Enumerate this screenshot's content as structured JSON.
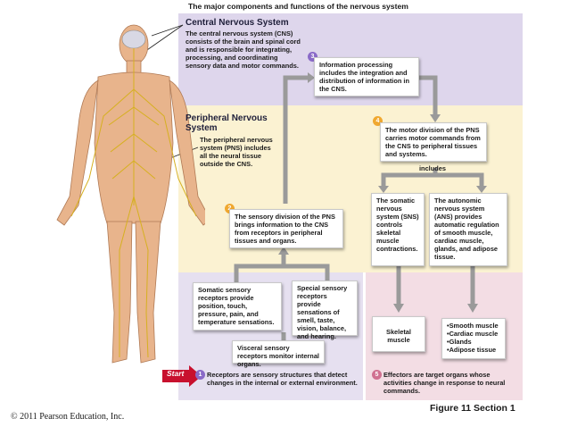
{
  "title": "The major components and functions of the nervous system",
  "cns": {
    "heading": "Central Nervous System",
    "text": "The central nervous system (CNS) consists of the brain and spinal cord and is responsible for integrating, processing, and coordinating sensory data and motor commands."
  },
  "pns": {
    "heading": "Peripheral Nervous System",
    "text": "The peripheral nervous system (PNS) includes all the neural tissue outside the CNS."
  },
  "steps": [
    {
      "number": "1",
      "text": "Receptors are sensory structures that detect changes in the internal or external environment."
    },
    {
      "number": "2",
      "text": "The sensory division of the PNS brings information to the CNS from receptors in peripheral tissues and organs."
    },
    {
      "number": "3",
      "text": "Information processing includes the integration and distribution of information in the CNS."
    },
    {
      "number": "4",
      "text": "The motor division of the PNS carries motor commands from the CNS to peripheral tissues and systems."
    },
    {
      "number": "5",
      "text": "Effectors are target organs whose activities change in response to neural commands."
    }
  ],
  "includes_label": "includes",
  "somatic_division": "The somatic nervous system (SNS) controls skeletal muscle contractions.",
  "autonomic_division": "The autonomic nervous system (ANS) provides automatic regulation of smooth muscle, cardiac muscle, glands, and adipose tissue.",
  "receptors": {
    "somatic": "Somatic sensory receptors provide position, touch, pressure, pain, and temperature sensations.",
    "special": "Special sensory receptors provide sensations of smell, taste, vision, balance, and hearing.",
    "visceral": "Visceral sensory receptors monitor internal organs."
  },
  "effectors": {
    "skeletal": "Skeletal muscle",
    "list": [
      "Smooth muscle",
      "Cardiac muscle",
      "Glands",
      "Adipose tissue"
    ]
  },
  "start_label": "Start",
  "figure_label": "Figure 11 Section 1",
  "copyright": "© 2011 Pearson Education, Inc.",
  "colors": {
    "cns_region": "#ded6ec",
    "pns_region": "#fbf2d2",
    "receptor_region": "#e6e0f0",
    "effector_region": "#f3dde4",
    "arrow": "#9a9a9a",
    "start_arrow": "#c8102e",
    "body_skin": "#e8b48c",
    "nerve": "#d6b020"
  }
}
